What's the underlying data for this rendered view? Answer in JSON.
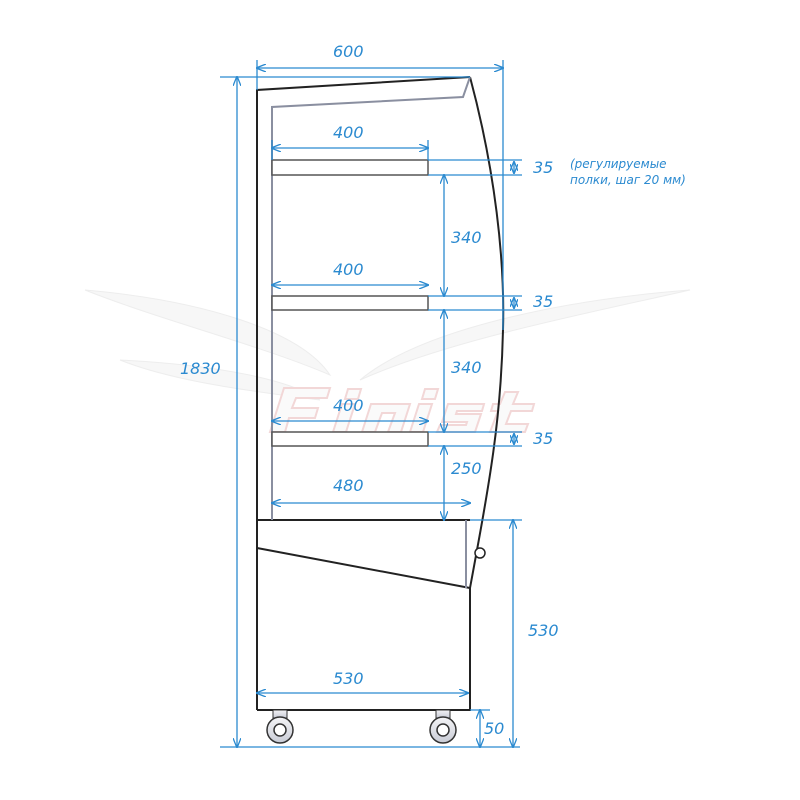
{
  "watermark": {
    "brand": "Finist",
    "color": "#e6b0b0"
  },
  "colors": {
    "dimension": "#2b8ad0",
    "outline": "#222222",
    "inner": "#8a8fa0"
  },
  "dimensions": {
    "overall_width": "600",
    "overall_height": "1830",
    "shelf1_depth": "400",
    "shelf2_depth": "400",
    "shelf3_depth": "400",
    "bottom_depth": "480",
    "base_width": "530",
    "shelf_thickness_1": "35",
    "shelf_thickness_2": "35",
    "shelf_thickness_3": "35",
    "spacing_1": "340",
    "spacing_2": "340",
    "spacing_bottom": "250",
    "base_height": "530",
    "wheel_height": "50"
  },
  "note": {
    "line1": "(регулируемые",
    "line2": "полки, шаг 20 мм)"
  }
}
